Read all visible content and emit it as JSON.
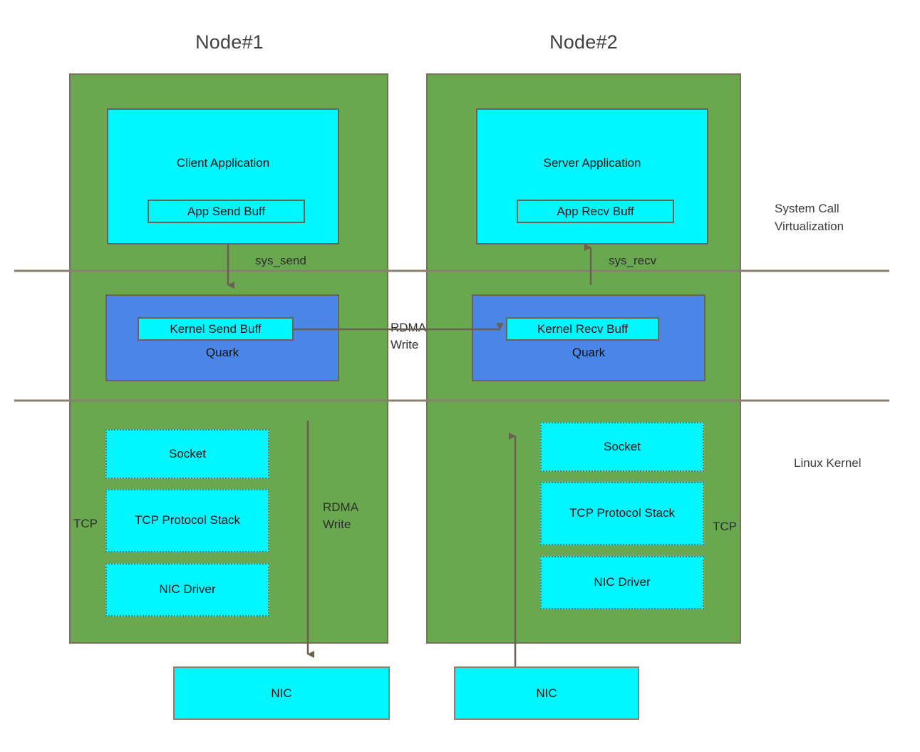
{
  "diagram": {
    "title_left": "Node#1",
    "title_right": "Node#2",
    "background": "#ffffff",
    "colors": {
      "node_green": "#6aa84f",
      "app_cyan": "#00f7ff",
      "quark_blue": "#4a86e8",
      "line_brown": "#7a7060",
      "dotted_border": "#8a6a3a"
    }
  },
  "left_node": {
    "application": {
      "label": "Client Application",
      "buffer": "App Send Buff"
    },
    "syscall_label": "sys_send",
    "quark": {
      "buffer": "Kernel Send Buff",
      "label": "Quark"
    },
    "kernel_stack": [
      {
        "label": "Socket"
      },
      {
        "label": "TCP Protocol\nStack"
      },
      {
        "label": "NIC Driver"
      }
    ],
    "tcp_label": "TCP",
    "rdma_label": "RDMA\nWrite",
    "nic": "NIC"
  },
  "right_node": {
    "application": {
      "label": "Server Application",
      "buffer": "App Recv Buff"
    },
    "syscall_label": "sys_recv",
    "quark": {
      "buffer": "Kernel Recv Buff",
      "label": "Quark"
    },
    "kernel_stack": [
      {
        "label": "Socket"
      },
      {
        "label": "TCP Protocol\nStack"
      },
      {
        "label": "NIC Driver"
      }
    ],
    "tcp_label": "TCP",
    "nic": "NIC"
  },
  "middle": {
    "rdma_label": "RDMA\nWrite"
  },
  "right_margin_labels": {
    "syscall_virtualization": "System Call\nVirtualization",
    "linux_kernel": "Linux Kernel"
  }
}
